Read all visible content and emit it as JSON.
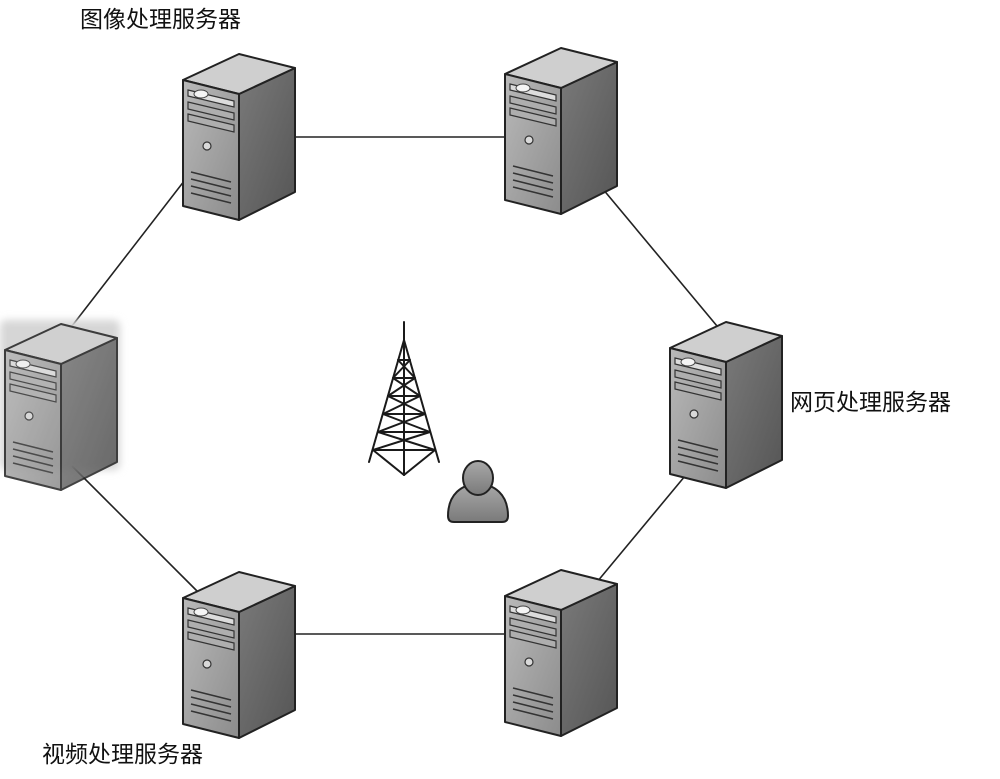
{
  "labels": {
    "image_server": "图像处理服务器",
    "web_server": "网页处理服务器",
    "video_server": "视频处理服务器"
  },
  "servers": [
    {
      "id": "server-top-left",
      "role": "image-processing",
      "highlighted": false
    },
    {
      "id": "server-top-right",
      "role": "unlabeled",
      "highlighted": false
    },
    {
      "id": "server-right",
      "role": "web-processing",
      "highlighted": false
    },
    {
      "id": "server-bottom-right",
      "role": "unlabeled",
      "highlighted": false
    },
    {
      "id": "server-bottom-left",
      "role": "video-processing",
      "highlighted": false
    },
    {
      "id": "server-left",
      "role": "unlabeled",
      "highlighted": true
    }
  ],
  "connections": [
    [
      "server-top-left",
      "server-top-right"
    ],
    [
      "server-top-right",
      "server-right"
    ],
    [
      "server-right",
      "server-bottom-right"
    ],
    [
      "server-bottom-right",
      "server-bottom-left"
    ],
    [
      "server-bottom-left",
      "server-left"
    ],
    [
      "server-left",
      "server-top-left"
    ]
  ],
  "center": {
    "icons": [
      "antenna-tower-icon",
      "user-icon"
    ]
  },
  "colors": {
    "line": "#222222",
    "server_front": "#9a9a9a",
    "server_side": "#6e6e6e",
    "server_top": "#c4c4c4",
    "highlight_glow": "#d8d8d8",
    "user": "#8a8a8a",
    "tower": "#1a1a1a"
  }
}
